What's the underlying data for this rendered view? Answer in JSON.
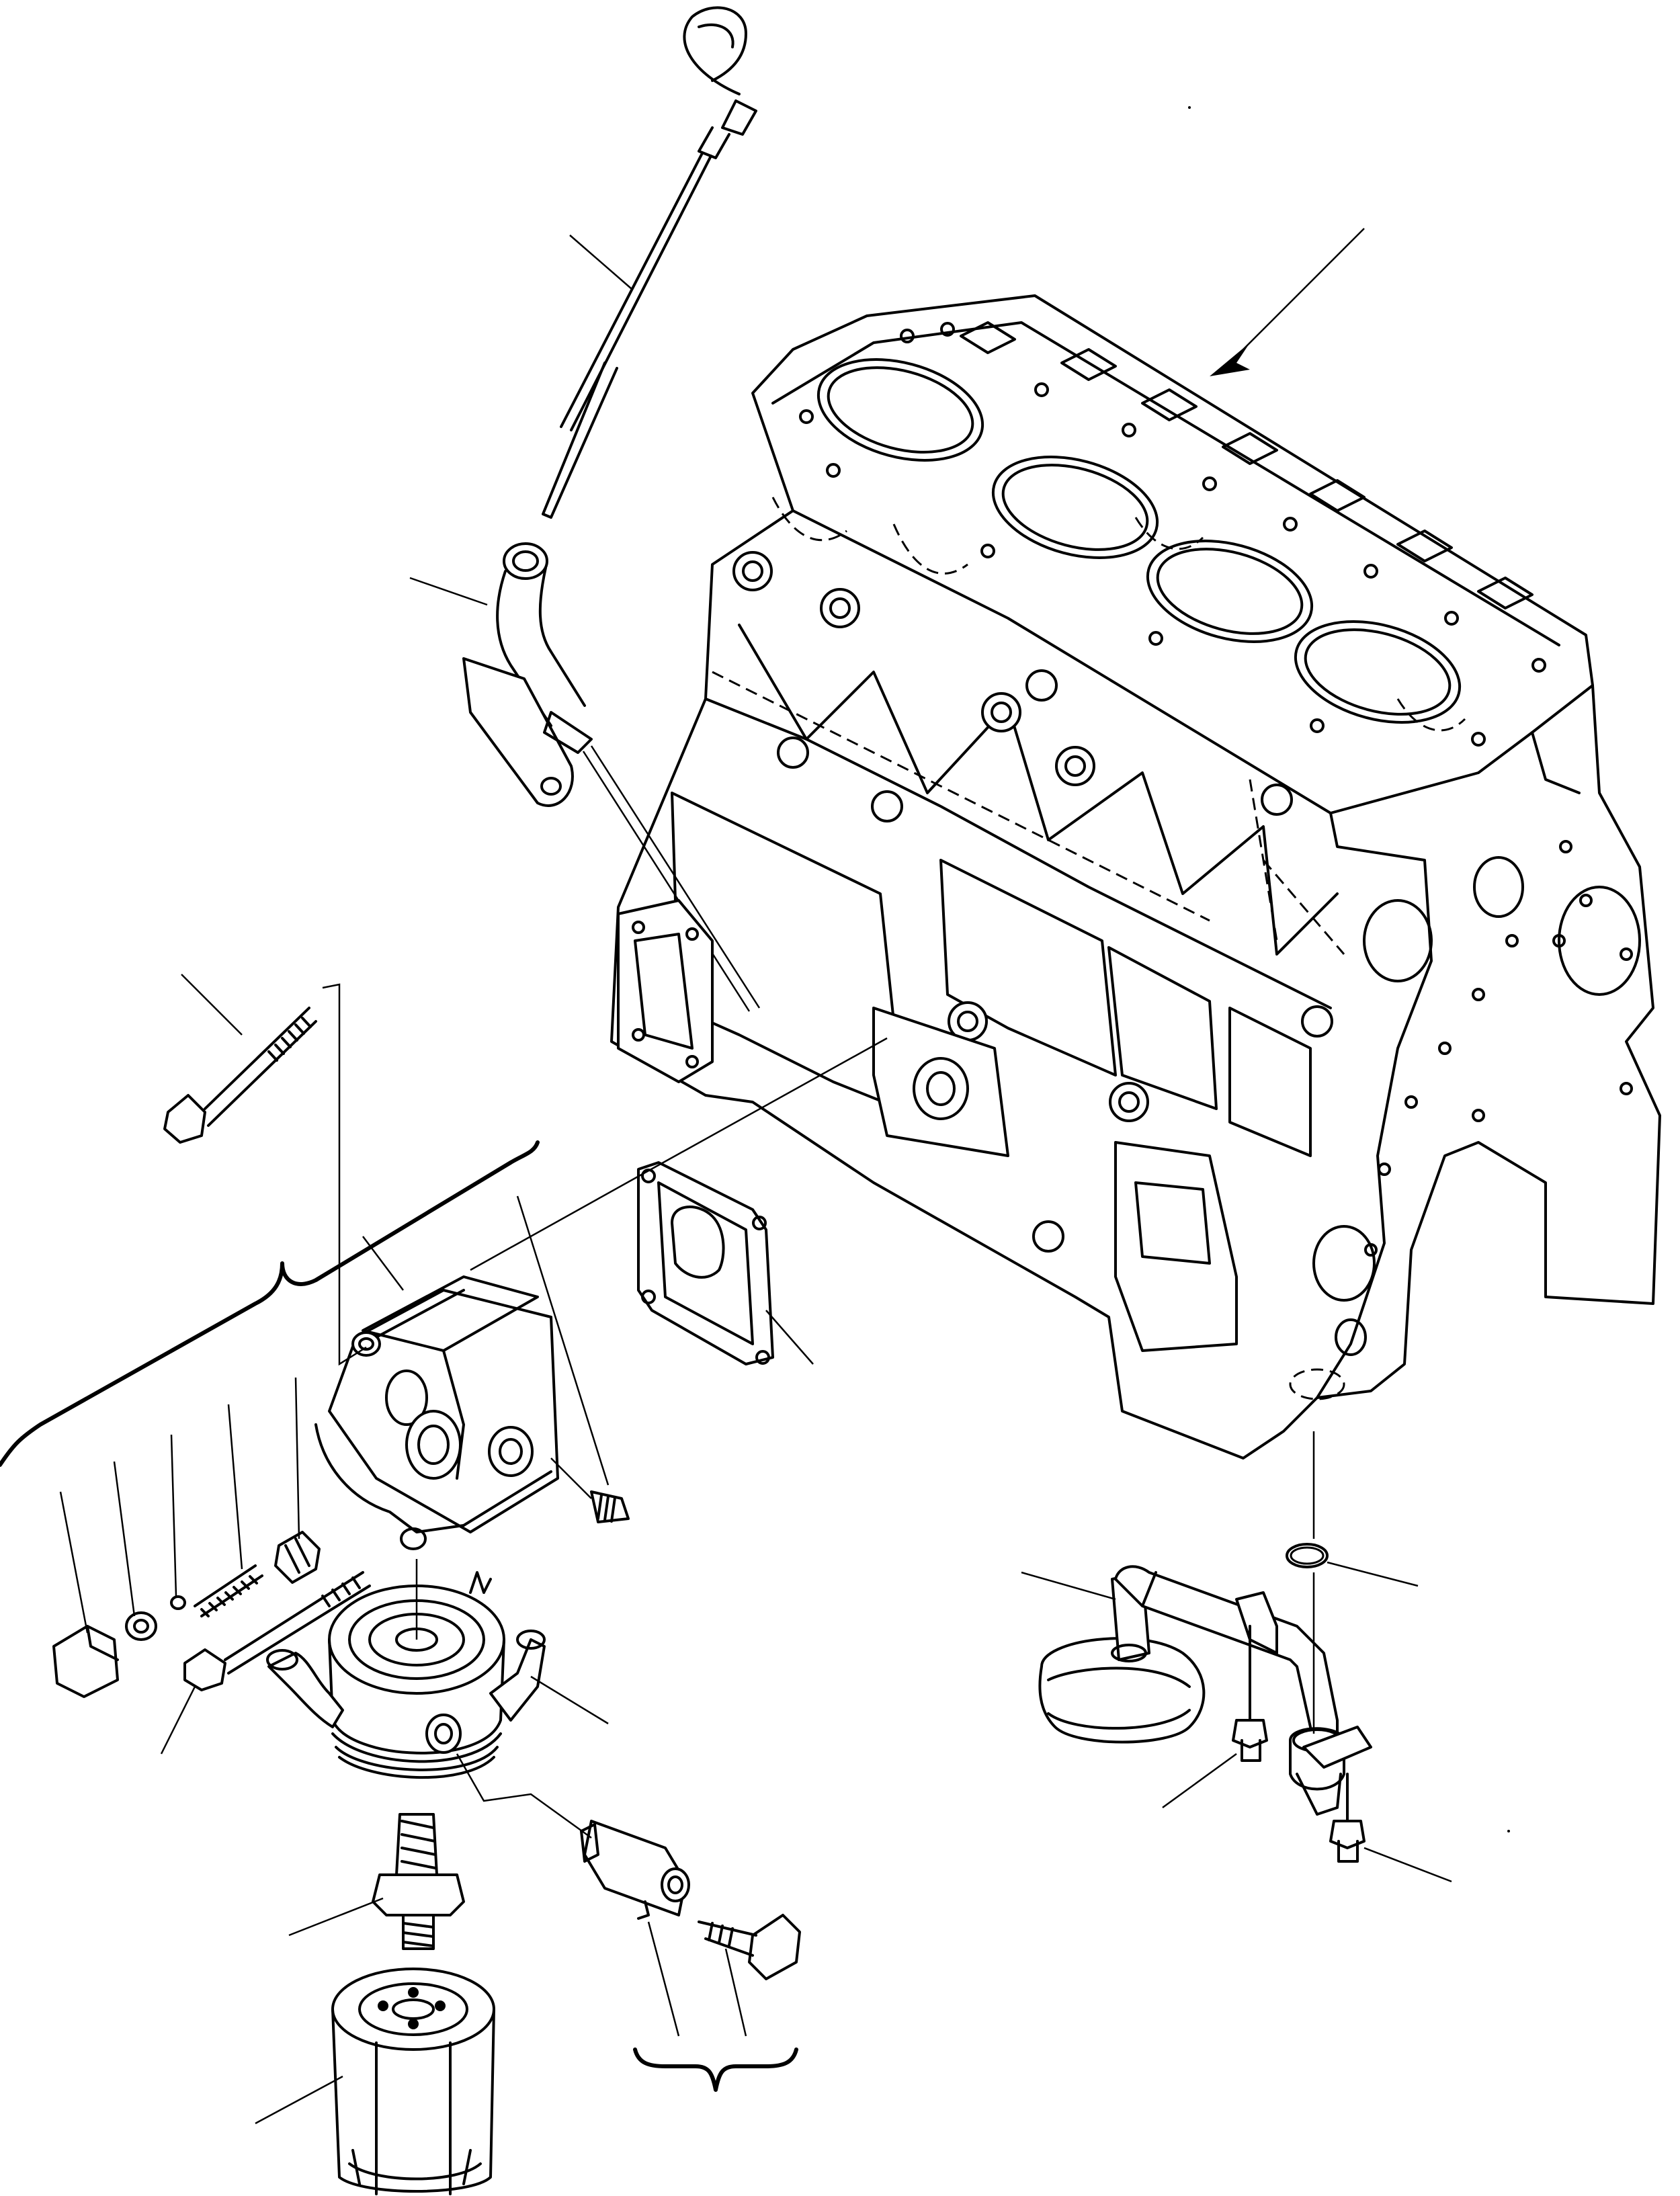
{
  "diagram": {
    "kind": "exploded-parts-view",
    "ink_color": "#000000",
    "paper_color": "#ffffff",
    "parts": [
      {
        "id": "dipstick",
        "icon": "dipstick-icon"
      },
      {
        "id": "dipstick-guide-tube",
        "icon": "tube-icon"
      },
      {
        "id": "cylinder-block",
        "icon": "engine-block-icon"
      },
      {
        "id": "gasket",
        "icon": "gasket-icon"
      },
      {
        "id": "oil-filter-head",
        "icon": "filter-head-icon"
      },
      {
        "id": "oil-cooler",
        "icon": "oil-cooler-icon"
      },
      {
        "id": "center-bolt",
        "icon": "bolt-icon"
      },
      {
        "id": "oil-filter-cartridge",
        "icon": "oil-filter-icon"
      },
      {
        "id": "relief-valve-plug",
        "icon": "plug-icon"
      },
      {
        "id": "relief-valve-spring",
        "icon": "spring-icon"
      },
      {
        "id": "relief-valve",
        "icon": "valve-icon"
      },
      {
        "id": "union-adapter",
        "icon": "union-icon"
      },
      {
        "id": "oil-strainer",
        "icon": "strainer-icon"
      },
      {
        "id": "o-ring",
        "icon": "o-ring-icon"
      },
      {
        "id": "mounting-bolt",
        "icon": "bolt-icon"
      }
    ]
  }
}
